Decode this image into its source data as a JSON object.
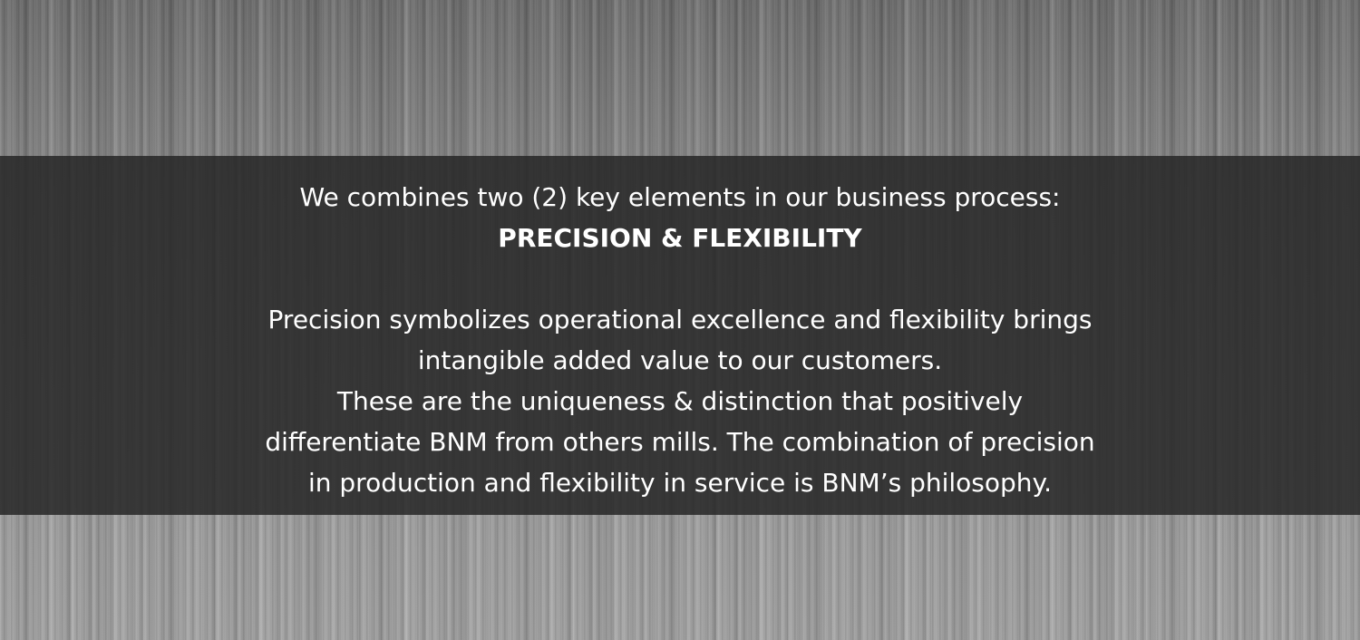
{
  "intro": "We combines two (2) key elements in our business process:",
  "headline": "PRECISION & FLEXIBILITY",
  "body_lines": [
    "Precision symbolizes operational excellence and flexibility brings",
    "intangible added value to our customers.",
    "These are the uniqueness & distinction that positively",
    "differentiate BNM from others mills. The combination of precision",
    "in production and flexibility in service is BNM’s philosophy."
  ],
  "colors": {
    "band": "#262626",
    "text": "#ffffff",
    "background": "#8f8f8f"
  }
}
